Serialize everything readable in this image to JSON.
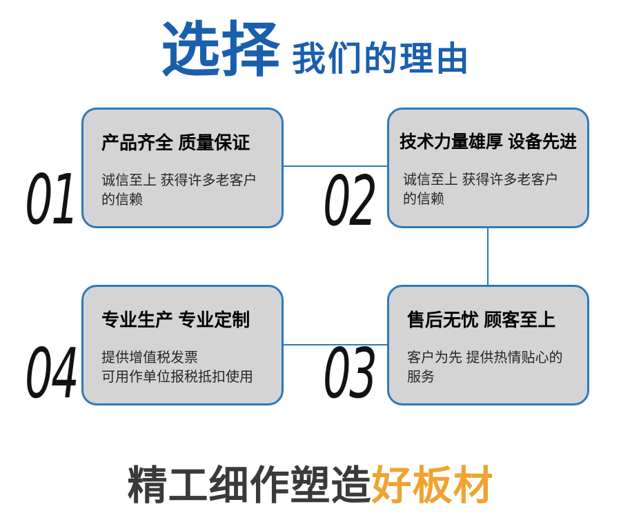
{
  "header": {
    "highlight": "选择",
    "rest": "我们的理由"
  },
  "cards": [
    {
      "number": "01",
      "title": "产品齐全 质量保证",
      "desc": "诚信至上 获得许多老客户\n的信赖"
    },
    {
      "number": "02",
      "title": "技术力量雄厚 设备先进",
      "desc": "诚信至上 获得许多老客户\n的信赖"
    },
    {
      "number": "03",
      "title": "售后无忧 顾客至上",
      "desc": "客户为先 提供热情贴心的\n服务"
    },
    {
      "number": "04",
      "title": "专业生产 专业定制",
      "desc": "提供增值税发票\n可用作单位报税抵扣使用"
    }
  ],
  "footer": {
    "main": "精工细作塑造",
    "highlight": "好板材"
  },
  "colors": {
    "title_blue": "#1A5FAD",
    "card_border_blue": "#2A7ABC",
    "card_fill_gray": "#D4D4D4",
    "number_black": "#121212",
    "footer_gray": "#3A3A3A",
    "footer_orange": "#F0A330"
  }
}
